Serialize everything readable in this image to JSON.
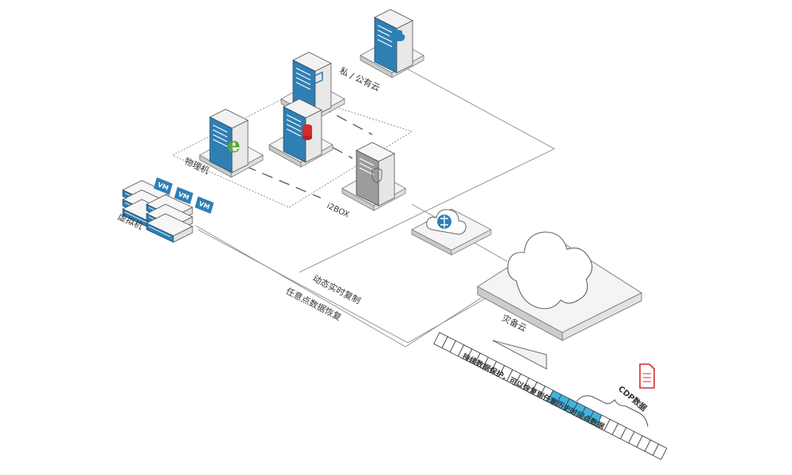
{
  "labels": {
    "cloud_top": "私 / 公有云",
    "physical": "物理机",
    "virtual": "虚拟机",
    "i2box": "i2BOX",
    "realtime_copy": "动态实时复制",
    "any_point_restore": "任意点数据恢复",
    "dr_cloud": "灾备云",
    "cdp_data": "CDP数据",
    "continuous": "持续数据保护，可以恢复到任意历史时间点数据"
  },
  "vm_badge": "VM",
  "colors": {
    "server_blue": "#2f7fb5",
    "server_gray": "#eeeeee",
    "cyan_cell": "#3fb4e0",
    "accent_red": "#d42b2b",
    "ie_green": "#5aaa2c",
    "line": "#888888"
  },
  "timeline": {
    "cells": 28,
    "highlight_start": 14,
    "highlight_count": 6
  }
}
